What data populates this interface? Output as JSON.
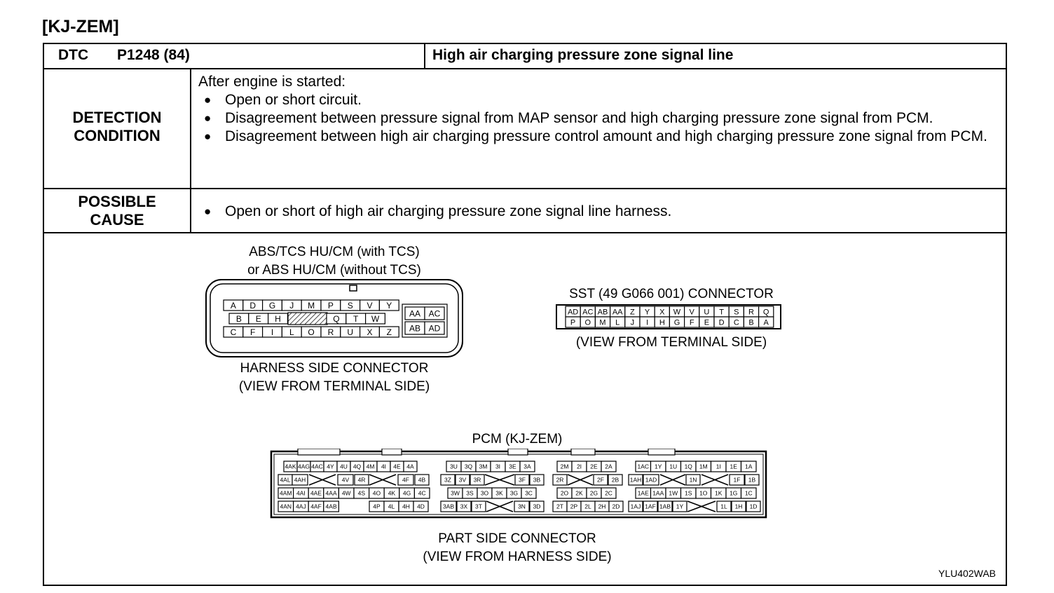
{
  "model": "[KJ-ZEM]",
  "dtc": {
    "label": "DTC",
    "code": "P1248 (84)",
    "title": "High air charging pressure zone signal line"
  },
  "detection": {
    "label_line1": "DETECTION",
    "label_line2": "CONDITION",
    "intro": "After engine is started:",
    "items": [
      "Open or short circuit.",
      "Disagreement between pressure signal from MAP sensor and high charging pressure zone signal from PCM.",
      "Disagreement between high air charging pressure control amount and high charging pressure zone signal from PCM."
    ]
  },
  "cause": {
    "label_line1": "POSSIBLE",
    "label_line2": "CAUSE",
    "items": [
      "Open or short of high air charging pressure zone signal line harness."
    ]
  },
  "abs_connector": {
    "title_line1": "ABS/TCS HU/CM (with TCS)",
    "title_line2": "or ABS HU/CM (without TCS)",
    "caption_line1": "HARNESS SIDE CONNECTOR",
    "caption_line2": "(VIEW FROM TERMINAL SIDE)",
    "row1": [
      "A",
      "D",
      "G",
      "J",
      "M",
      "P",
      "S",
      "V",
      "Y"
    ],
    "row2": [
      "B",
      "E",
      "H",
      "",
      "",
      "Q",
      "T",
      "W"
    ],
    "row3": [
      "C",
      "F",
      "I",
      "L",
      "O",
      "R",
      "U",
      "X",
      "Z"
    ],
    "side": [
      "AA",
      "AC",
      "AB",
      "AD"
    ]
  },
  "sst_connector": {
    "title": "SST (49 G066 001) CONNECTOR",
    "caption": "(VIEW FROM TERMINAL SIDE)",
    "row1": [
      "AD",
      "AC",
      "AB",
      "AA",
      "Z",
      "Y",
      "X",
      "W",
      "V",
      "U",
      "T",
      "S",
      "R",
      "Q"
    ],
    "row2": [
      "P",
      "O",
      "M",
      "L",
      "J",
      "I",
      "H",
      "G",
      "F",
      "E",
      "D",
      "C",
      "B",
      "A"
    ]
  },
  "pcm_connector": {
    "title": "PCM  (KJ-ZEM)",
    "caption_line1": "PART SIDE CONNECTOR",
    "caption_line2": "(VIEW FROM HARNESS SIDE)",
    "block1": {
      "row1": [
        "4AK",
        "4AG",
        "4AC",
        "4Y",
        "4U",
        "4Q",
        "4M",
        "4I",
        "4E",
        "4A"
      ],
      "row2": [
        "4AL",
        "4AH",
        "4V",
        "4R",
        "4F",
        "4B"
      ],
      "row3": [
        "4AM",
        "4AI",
        "4AE",
        "4AA",
        "4W",
        "4S",
        "4O",
        "4K",
        "4G",
        "4C"
      ],
      "row4": [
        "4AN",
        "4AJ",
        "4AF",
        "4AB",
        "4P",
        "4L",
        "4H",
        "4D"
      ]
    },
    "block2": {
      "row1": [
        "3U",
        "3Q",
        "3M",
        "3I",
        "3E",
        "3A"
      ],
      "row2": [
        "3Z",
        "3V",
        "3R",
        "3F",
        "3B"
      ],
      "row3": [
        "3W",
        "3S",
        "3O",
        "3K",
        "3G",
        "3C"
      ],
      "row4": [
        "3AB",
        "3X",
        "3T",
        "3N",
        "3D"
      ]
    },
    "block3": {
      "row1": [
        "2M",
        "2I",
        "2E",
        "2A"
      ],
      "row2": [
        "2R",
        "2F",
        "2B"
      ],
      "row3": [
        "2O",
        "2K",
        "2G",
        "2C"
      ],
      "row4": [
        "2T",
        "2P",
        "2L",
        "2H",
        "2D"
      ]
    },
    "block4": {
      "row1": [
        "1AC",
        "1Y",
        "1U",
        "1Q",
        "1M",
        "1I",
        "1E",
        "1A"
      ],
      "row2": [
        "1AH",
        "1AD",
        "1N",
        "1F",
        "1B"
      ],
      "row3": [
        "1AE",
        "1AA",
        "1W",
        "1S",
        "1O",
        "1K",
        "1G",
        "1C"
      ],
      "row4": [
        "1AJ",
        "1AF",
        "1AB",
        "1Y",
        "1L",
        "1H",
        "1D"
      ]
    }
  },
  "figure_code": "YLU402WAB"
}
